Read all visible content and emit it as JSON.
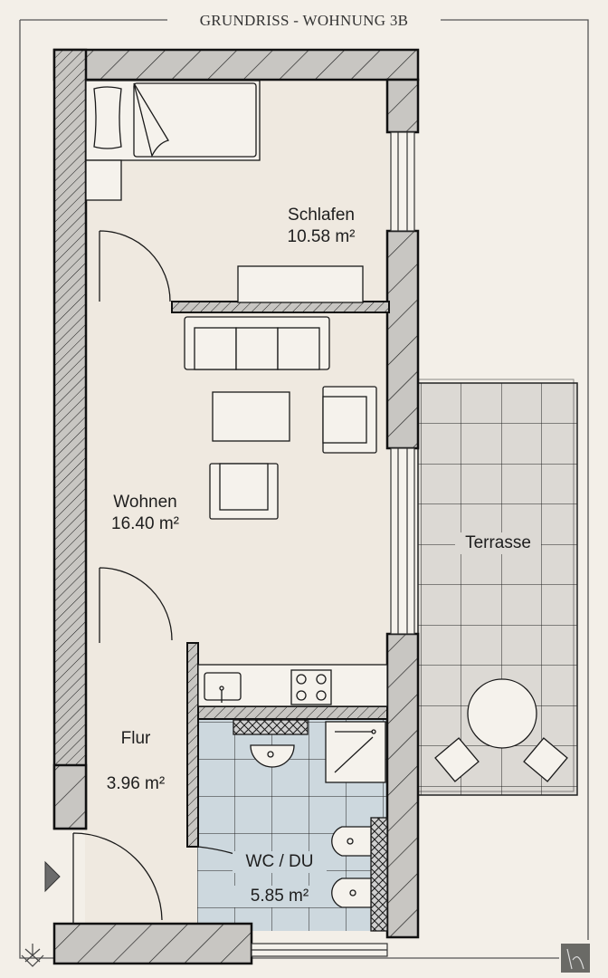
{
  "header": {
    "title": "GRUNDRISS - WOHNUNG 3B"
  },
  "rooms": [
    {
      "id": "schlafen",
      "name": "Schlafen",
      "area": "10.58 m²"
    },
    {
      "id": "wohnen",
      "name": "Wohnen",
      "area": "16.40 m²"
    },
    {
      "id": "flur",
      "name": "Flur",
      "area": "3.96 m²"
    },
    {
      "id": "wc",
      "name": "WC / DU",
      "area": "5.85 m²"
    },
    {
      "id": "terrasse",
      "name": "Terrasse",
      "area": ""
    }
  ],
  "icons": {
    "entrance": "entrance-arrow-icon",
    "compass": "compass-icon",
    "logo": "logo-icon"
  },
  "colors": {
    "background": "#f3efe8",
    "floor": "#efe9e0",
    "wall": "#c8c6c2",
    "line": "#1a1a1a",
    "bath_tile": "#cdd8de",
    "terrace_tile": "#dcd9d4"
  }
}
